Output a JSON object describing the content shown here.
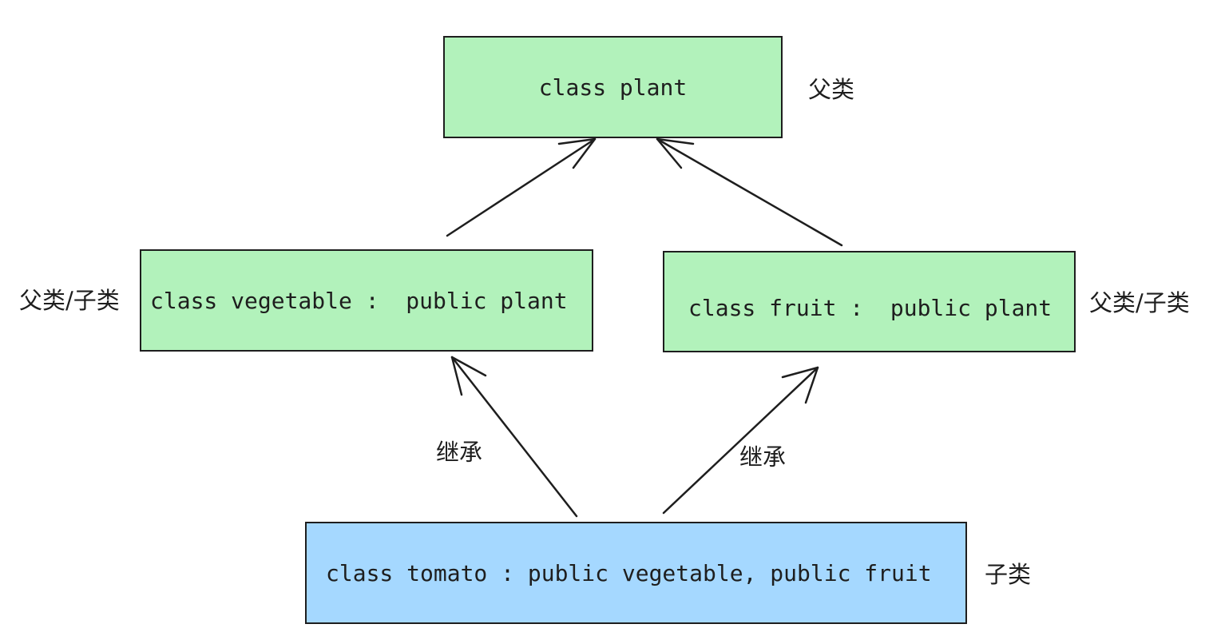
{
  "colors": {
    "parent_fill": "#b2f2bb",
    "child_fill": "#a5d8ff",
    "stroke": "#1e1e1e"
  },
  "nodes": {
    "plant": {
      "text": "class plant"
    },
    "vegetable": {
      "text": "class vegetable :  public plant"
    },
    "fruit": {
      "text": "class fruit :  public plant"
    },
    "tomato": {
      "text": "class tomato : public vegetable, public fruit"
    }
  },
  "labels": {
    "plant_role": "父类",
    "vegetable_role": "父类/子类",
    "fruit_role": "父类/子类",
    "tomato_role": "子类",
    "inherit_left": "继承",
    "inherit_right": "继承"
  },
  "edges": [
    {
      "from": "vegetable",
      "to": "plant",
      "arrow": "open"
    },
    {
      "from": "fruit",
      "to": "plant",
      "arrow": "open"
    },
    {
      "from": "tomato",
      "to": "vegetable",
      "arrow": "open",
      "label": "继承"
    },
    {
      "from": "tomato",
      "to": "fruit",
      "arrow": "open",
      "label": "继承"
    }
  ]
}
